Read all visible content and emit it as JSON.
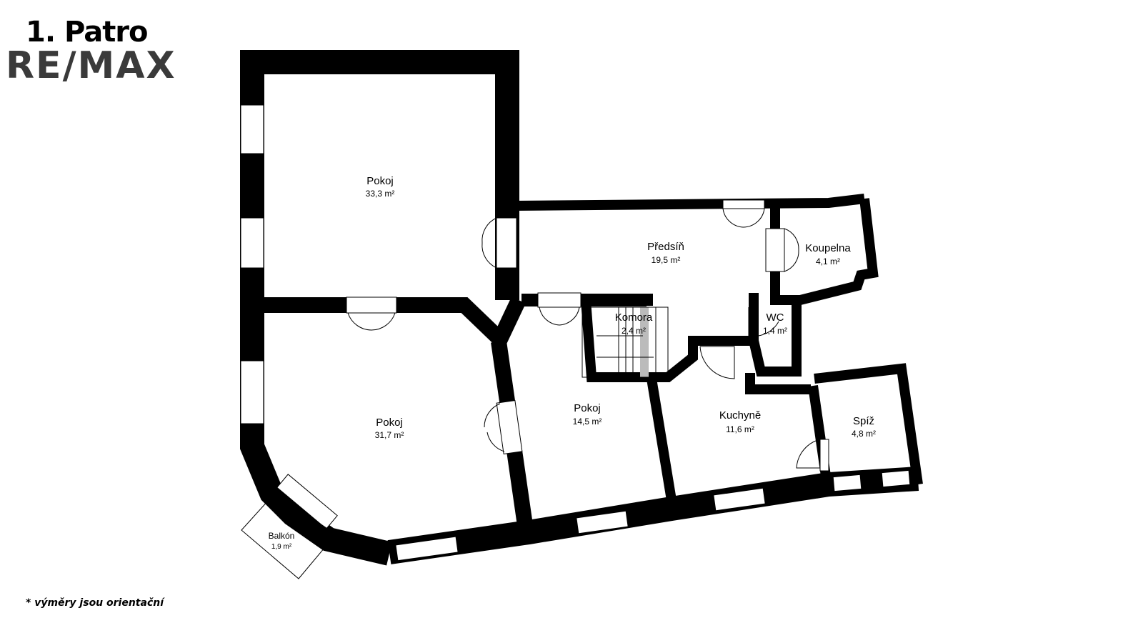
{
  "header": {
    "title": "1. Patro",
    "logo": "RE/MAX"
  },
  "rooms": [
    {
      "name": "Pokoj",
      "area": "33,3 m²"
    },
    {
      "name": "Předsíň",
      "area": "19,5 m²"
    },
    {
      "name": "Koupelna",
      "area": "4,1 m²"
    },
    {
      "name": "Komora",
      "area": "2,4 m²"
    },
    {
      "name": "WC",
      "area": "1,4 m²"
    },
    {
      "name": "Pokoj",
      "area": "31,7 m²"
    },
    {
      "name": "Pokoj",
      "area": "14,5 m²"
    },
    {
      "name": "Kuchyně",
      "area": "11,6 m²"
    },
    {
      "name": "Spíž",
      "area": "4,8 m²"
    },
    {
      "name": "Balkón",
      "area": "1,9 m²"
    }
  ],
  "footnote": "*  výměry jsou orientační"
}
